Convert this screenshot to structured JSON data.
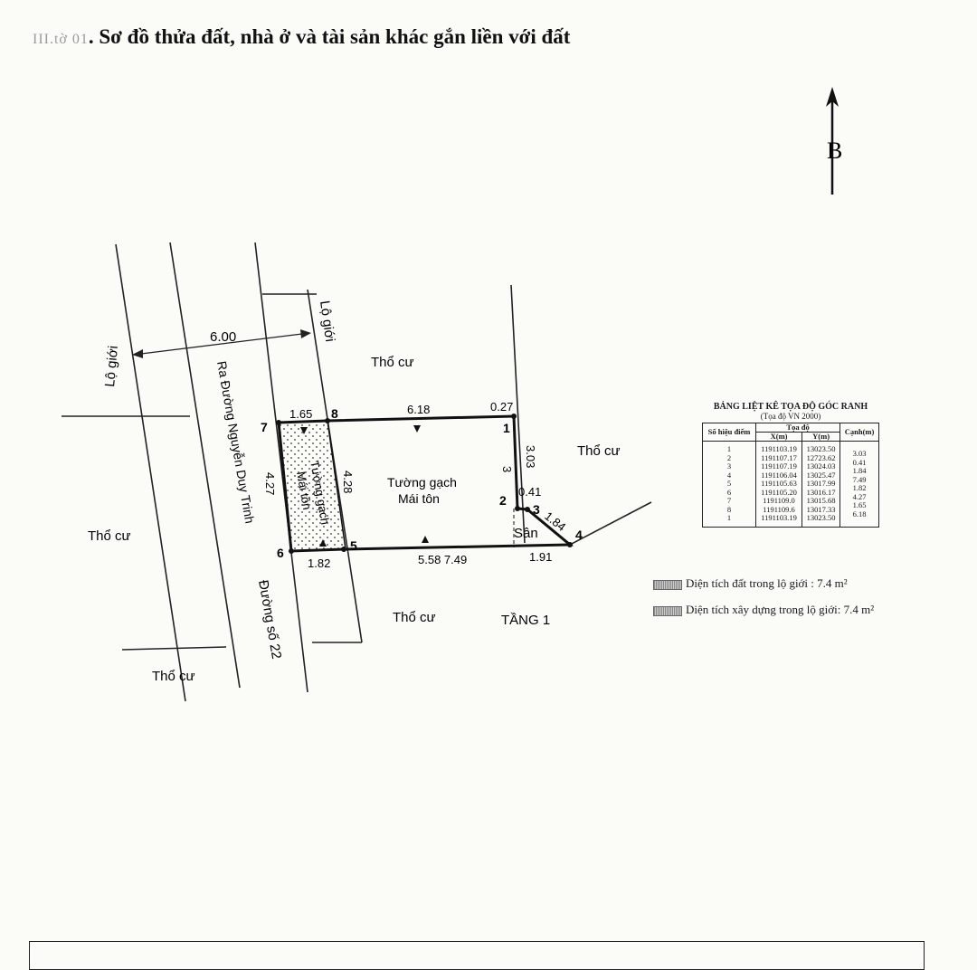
{
  "title": {
    "prefix": "III.tờ 01",
    "text": ". Sơ đồ thửa đất, nhà ở và tài sản khác gắn liền với đất"
  },
  "north_arrow": {
    "label": "B"
  },
  "map": {
    "labels": {
      "lo_gioi_left": "Lộ giới",
      "lo_gioi_right": "Lộ giới",
      "road_width": "6.00",
      "road_name_1": "Ra Đường Nguyễn Duy Trinh",
      "road_name_2": "Đường số 22",
      "tho_cu_top": "Thổ cư",
      "tho_cu_right": "Thổ cư",
      "tho_cu_left": "Thổ cư",
      "tho_cu_bottom": "Thổ cư",
      "tho_cu_bottom_left": "Thổ cư",
      "building": "Tường gạch",
      "building_roof": "Mái tôn",
      "strip_line1": "Tường gạch",
      "strip_line2": "Mái tôn",
      "yard": "Sân",
      "floor": "TẦNG 1"
    },
    "points": [
      "1",
      "2",
      "3",
      "4",
      "5",
      "6",
      "7",
      "8"
    ],
    "dimensions": {
      "d_7_8": "1.65",
      "d_8_1": "6.18",
      "d_1_top": "0.27",
      "d_1_2a": "3.03",
      "d_1_2b": "3",
      "d_2_3": "0.41",
      "d_3_4": "1.84",
      "d_4_5": "1.91",
      "d_5_mid": "5.58 7.49",
      "d_6_5": "1.82",
      "d_7_6": "4.27",
      "d_8_5": "4.28"
    }
  },
  "coord_table": {
    "title": "BẢNG LIỆT KÊ TỌA ĐỘ GÓC RANH",
    "subtitle": "(Tọa độ VN 2000)",
    "headers": {
      "point": "Số hiệu điểm",
      "toa_do": "Tọa độ",
      "x": "X(m)",
      "y": "Y(m)",
      "canh": "Cạnh(m)"
    },
    "rows": [
      {
        "p": "1",
        "x": "1191103.19",
        "y": "13023.50"
      },
      {
        "p": "2",
        "x": "1191107.17",
        "y": "12723.62"
      },
      {
        "p": "3",
        "x": "1191107.19",
        "y": "13024.03"
      },
      {
        "p": "4",
        "x": "1191106.04",
        "y": "13025.47"
      },
      {
        "p": "5",
        "x": "1191105.63",
        "y": "13017.99"
      },
      {
        "p": "6",
        "x": "1191105.20",
        "y": "13016.17"
      },
      {
        "p": "7",
        "x": "1191109.0",
        "y": "13015.68"
      },
      {
        "p": "8",
        "x": "1191109.6",
        "y": "13017.33"
      },
      {
        "p": "1",
        "x": "1191103.19",
        "y": "13023.50"
      }
    ],
    "edges": [
      "3.03",
      "0.41",
      "1.84",
      "7.49",
      "1.82",
      "4.27",
      "1.65",
      "6.18"
    ]
  },
  "legend": {
    "area_land": "Diện tích đất trong lộ giới :   7.4  m²",
    "area_build": "Diện tích xây dựng trong lộ giới:  7.4 m²"
  }
}
